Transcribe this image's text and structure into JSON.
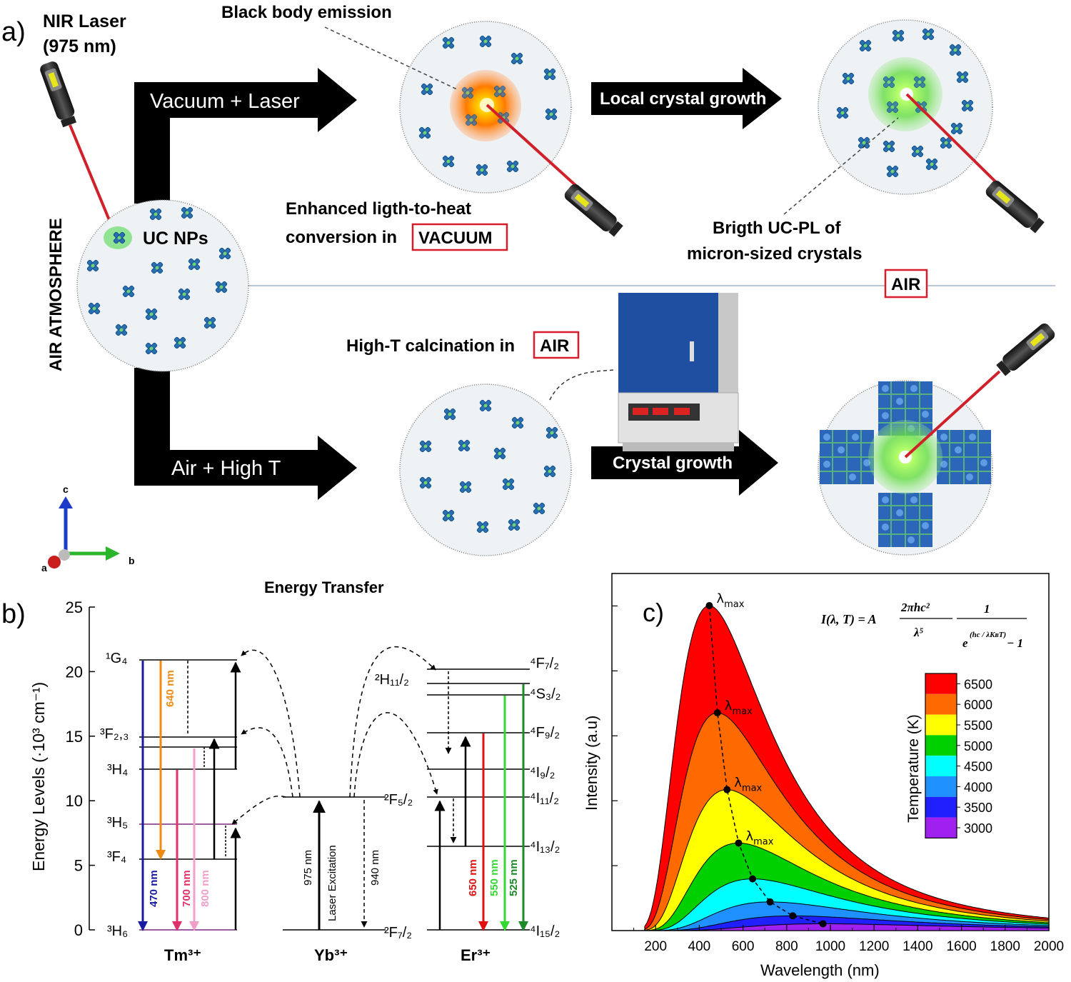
{
  "panel_a": {
    "label": "a)",
    "laser_title": "NIR Laser",
    "laser_wl": "(975 nm)",
    "air_atmosphere": "AIR ATMOSPHERE",
    "uc_nps": "UC NPs",
    "vacuum_laser": "Vacuum + Laser",
    "black_body": "Black body emission",
    "local_growth": "Local crystal growth",
    "enhanced_1": "Enhanced ligth-to-heat",
    "enhanced_2": "conversion in",
    "vacuum_box": "VACUUM",
    "bright_1": "Brigth UC-PL of",
    "bright_2": "micron-sized crystals",
    "air_box": "AIR",
    "calcination": "High-T calcination in",
    "calcination_box": "AIR",
    "air_hight": "Air + High T",
    "crystal_growth": "Crystal growth",
    "axis_c": "c",
    "axis_b": "b",
    "axis_a": "a",
    "colors": {
      "arrow": "#000000",
      "nanoparticle": "#2a6fb0",
      "laser_beam": "#d0202a",
      "glow": "#3cd23c",
      "box_border": "#d81e2c",
      "furnace_blue": "#1e4fa0"
    }
  },
  "panel_b": {
    "label": "b)",
    "title": "Energy Transfer",
    "ylabel": "Energy Levels (·10³ cm⁻¹)",
    "yticks": [
      "25",
      "20",
      "15",
      "10",
      "5",
      "0"
    ],
    "ions": [
      "Tm³⁺",
      "Yb³⁺",
      "Er³⁺"
    ],
    "tm_levels": [
      "¹G₄",
      "³F₂,₃",
      "³H₄",
      "³H₅",
      "³F₄",
      "³H₆"
    ],
    "yb_levels": [
      "²F₅/₂",
      "²F₇/₂"
    ],
    "er_levels": [
      "⁴F₇/₂",
      "²H₁₁/₂",
      "⁴S₃/₂",
      "⁴F₉/₂",
      "⁴I₉/₂",
      "⁴I₁₁/₂",
      "⁴I₁₃/₂",
      "⁴I₁₅/₂"
    ],
    "tm_emissions": [
      "470 nm",
      "640 nm",
      "700 nm",
      "800 nm"
    ],
    "yb_labels": [
      "975 nm",
      "Laser Excitation",
      "940 nm"
    ],
    "er_emissions": [
      "650 nm",
      "550 nm",
      "525 nm"
    ]
  },
  "panel_c": {
    "label": "c)",
    "xlabel": "Wavelength (nm)",
    "ylabel": "Intensity (a.u)",
    "legend_title": "Temperature (K)",
    "lambda_label": "λ",
    "lambda_sub": "max",
    "formula_lhs": "I(λ, T) = A",
    "formula_num": "2πhc²",
    "formula_den": "λ⁵",
    "formula_one": "1",
    "formula_exp": "e",
    "formula_exp_sup": "(hc / λKʙT)",
    "formula_minus": "− 1"
  },
  "chart_data": {
    "type": "area",
    "xlabel": "Wavelength (nm)",
    "ylabel": "Intensity (a.u)",
    "xlim": [
      0,
      2000
    ],
    "xticks": [
      200,
      400,
      600,
      800,
      1000,
      1200,
      1400,
      1600,
      1800,
      2000
    ],
    "legend": "top-right",
    "series": [
      {
        "name": "6500",
        "color": "#ff0000",
        "peak_nm": 446
      },
      {
        "name": "6000",
        "color": "#ff6a00",
        "peak_nm": 483
      },
      {
        "name": "5500",
        "color": "#ffff00",
        "peak_nm": 527
      },
      {
        "name": "5000",
        "color": "#00d000",
        "peak_nm": 580
      },
      {
        "name": "4500",
        "color": "#00ffff",
        "peak_nm": 644
      },
      {
        "name": "4000",
        "color": "#1e90ff",
        "peak_nm": 724
      },
      {
        "name": "3500",
        "color": "#2020ff",
        "peak_nm": 828
      },
      {
        "name": "3000",
        "color": "#a020f0",
        "peak_nm": 966
      }
    ]
  }
}
